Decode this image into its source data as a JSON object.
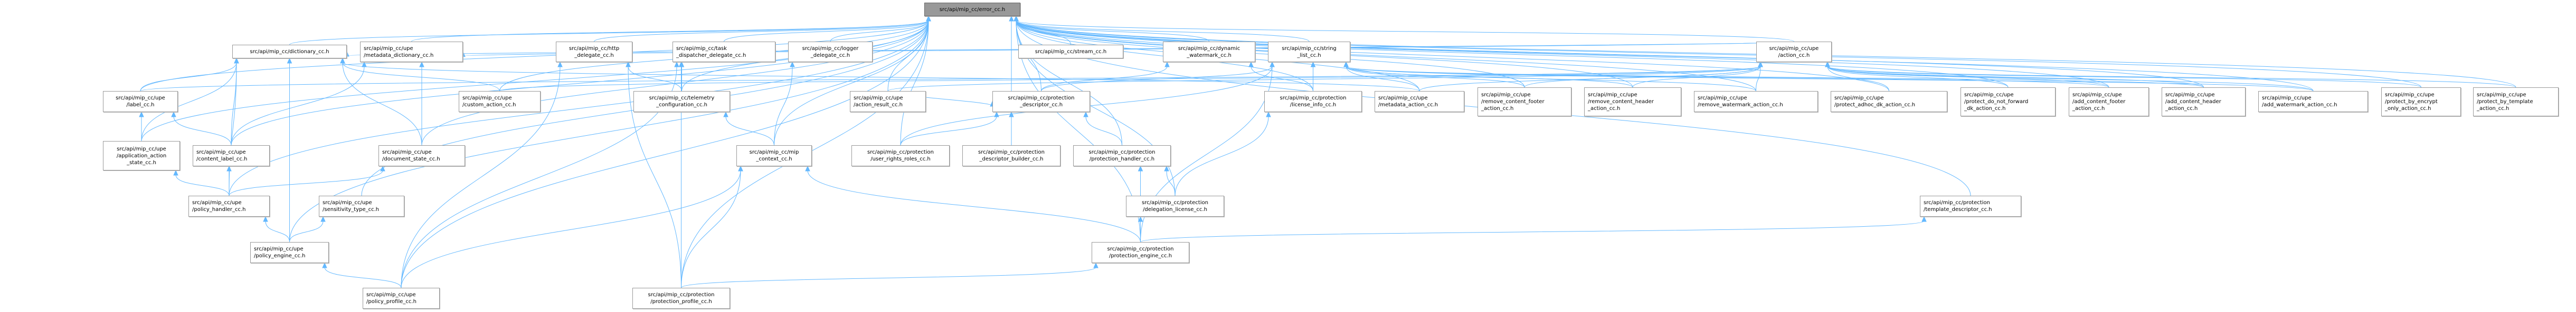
{
  "title": "src/api/mip_cc/error_cc.h",
  "colors": {
    "edge": "#63b8ff",
    "root_fill": "#999999",
    "node_border": "#999999"
  },
  "nodes": [
    {
      "id": "root",
      "label": "src/api/mip_cc/error_cc.h",
      "root": true
    },
    {
      "id": "dictionary",
      "label": "src/api/mip_cc/dictionary_cc.h"
    },
    {
      "id": "metadata_dictionary",
      "label": "src/api/mip_cc/upe\n/metadata_dictionary_cc.h",
      "align": "left"
    },
    {
      "id": "http",
      "label": "src/api/mip_cc/http\n_delegate_cc.h"
    },
    {
      "id": "task",
      "label": "src/api/mip_cc/task\n_dispatcher_delegate_cc.h",
      "align": "left"
    },
    {
      "id": "logger",
      "label": "src/api/mip_cc/logger\n_delegate_cc.h"
    },
    {
      "id": "stream",
      "label": "src/api/mip_cc/stream_cc.h"
    },
    {
      "id": "dynamic_watermark",
      "label": "src/api/mip_cc/dynamic\n_watermark_cc.h"
    },
    {
      "id": "string_list",
      "label": "src/api/mip_cc/string\n_list_cc.h"
    },
    {
      "id": "action",
      "label": "src/api/mip_cc/upe\n/action_cc.h"
    },
    {
      "id": "label",
      "label": "src/api/mip_cc/upe\n/label_cc.h"
    },
    {
      "id": "custom_action",
      "label": "src/api/mip_cc/upe\n/custom_action_cc.h",
      "align": "left"
    },
    {
      "id": "telemetry",
      "label": "src/api/mip_cc/telemetry\n_configuration_cc.h"
    },
    {
      "id": "action_result",
      "label": "src/api/mip_cc/upe\n/action_result_cc.h",
      "align": "left"
    },
    {
      "id": "protection_descriptor",
      "label": "src/api/mip_cc/protection\n_descriptor_cc.h"
    },
    {
      "id": "license_info",
      "label": "src/api/mip_cc/protection\n/license_info_cc.h"
    },
    {
      "id": "metadata_action",
      "label": "src/api/mip_cc/upe\n/metadata_action_cc.h",
      "align": "left"
    },
    {
      "id": "remove_footer",
      "label": "src/api/mip_cc/upe\n/remove_content_footer\n_action_cc.h",
      "align": "left"
    },
    {
      "id": "remove_header",
      "label": "src/api/mip_cc/upe\n/remove_content_header\n_action_cc.h",
      "align": "left"
    },
    {
      "id": "remove_watermark",
      "label": "src/api/mip_cc/upe\n/remove_watermark_action_cc.h",
      "align": "left"
    },
    {
      "id": "protect_adhoc",
      "label": "src/api/mip_cc/upe\n/protect_adhoc_dk_action_cc.h",
      "align": "left"
    },
    {
      "id": "do_not_forward",
      "label": "src/api/mip_cc/upe\n/protect_do_not_forward\n_dk_action_cc.h",
      "align": "left"
    },
    {
      "id": "add_footer",
      "label": "src/api/mip_cc/upe\n/add_content_footer\n_action_cc.h",
      "align": "left"
    },
    {
      "id": "add_header",
      "label": "src/api/mip_cc/upe\n/add_content_header\n_action_cc.h",
      "align": "left"
    },
    {
      "id": "add_watermark",
      "label": "src/api/mip_cc/upe\n/add_watermark_action_cc.h",
      "align": "left"
    },
    {
      "id": "encrypt_only",
      "label": "src/api/mip_cc/upe\n/protect_by_encrypt\n_only_action_cc.h",
      "align": "left"
    },
    {
      "id": "by_template",
      "label": "src/api/mip_cc/upe\n/protect_by_template\n_action_cc.h",
      "align": "left"
    },
    {
      "id": "app_action_state",
      "label": "src/api/mip_cc/upe\n/application_action\n_state_cc.h"
    },
    {
      "id": "content_label",
      "label": "src/api/mip_cc/upe\n/content_label_cc.h",
      "align": "left"
    },
    {
      "id": "document_state",
      "label": "src/api/mip_cc/upe\n/document_state_cc.h",
      "align": "left"
    },
    {
      "id": "mip_context",
      "label": "src/api/mip_cc/mip\n_context_cc.h"
    },
    {
      "id": "user_rights",
      "label": "src/api/mip_cc/protection\n/user_rights_roles_cc.h"
    },
    {
      "id": "descriptor_builder",
      "label": "src/api/mip_cc/protection\n_descriptor_builder_cc.h"
    },
    {
      "id": "protection_handler",
      "label": "src/api/mip_cc/protection\n/protection_handler_cc.h"
    },
    {
      "id": "policy_handler",
      "label": "src/api/mip_cc/upe\n/policy_handler_cc.h",
      "align": "left"
    },
    {
      "id": "sensitivity",
      "label": "src/api/mip_cc/upe\n/sensitivity_type_cc.h",
      "align": "left"
    },
    {
      "id": "delegation_license",
      "label": "src/api/mip_cc/protection\n/delegation_license_cc.h"
    },
    {
      "id": "template_descriptor",
      "label": "src/api/mip_cc/protection\n/template_descriptor_cc.h",
      "align": "left"
    },
    {
      "id": "policy_engine",
      "label": "src/api/mip_cc/upe\n/policy_engine_cc.h",
      "align": "left"
    },
    {
      "id": "protection_engine",
      "label": "src/api/mip_cc/protection\n/protection_engine_cc.h"
    },
    {
      "id": "policy_profile",
      "label": "src/api/mip_cc/upe\n/policy_profile_cc.h",
      "align": "left"
    },
    {
      "id": "protection_profile",
      "label": "src/api/mip_cc/protection\n/protection_profile_cc.h"
    }
  ],
  "edges": [
    [
      "dictionary",
      "root"
    ],
    [
      "metadata_dictionary",
      "root"
    ],
    [
      "http",
      "root"
    ],
    [
      "task",
      "root"
    ],
    [
      "logger",
      "root"
    ],
    [
      "stream",
      "root"
    ],
    [
      "dynamic_watermark",
      "root"
    ],
    [
      "string_list",
      "root"
    ],
    [
      "action",
      "root"
    ],
    [
      "label",
      "root"
    ],
    [
      "custom_action",
      "root"
    ],
    [
      "telemetry",
      "root"
    ],
    [
      "action_result",
      "root"
    ],
    [
      "protection_descriptor",
      "root"
    ],
    [
      "license_info",
      "root"
    ],
    [
      "metadata_action",
      "root"
    ],
    [
      "remove_footer",
      "root"
    ],
    [
      "remove_header",
      "root"
    ],
    [
      "remove_watermark",
      "root"
    ],
    [
      "protect_adhoc",
      "root"
    ],
    [
      "do_not_forward",
      "root"
    ],
    [
      "add_footer",
      "root"
    ],
    [
      "add_header",
      "root"
    ],
    [
      "add_watermark",
      "root"
    ],
    [
      "encrypt_only",
      "root"
    ],
    [
      "by_template",
      "root"
    ],
    [
      "app_action_state",
      "root"
    ],
    [
      "content_label",
      "root"
    ],
    [
      "document_state",
      "root"
    ],
    [
      "mip_context",
      "root"
    ],
    [
      "user_rights",
      "root"
    ],
    [
      "descriptor_builder",
      "root"
    ],
    [
      "protection_handler",
      "root"
    ],
    [
      "policy_handler",
      "root"
    ],
    [
      "sensitivity",
      "root"
    ],
    [
      "delegation_license",
      "root"
    ],
    [
      "template_descriptor",
      "root"
    ],
    [
      "policy_engine",
      "root"
    ],
    [
      "protection_engine",
      "root"
    ],
    [
      "policy_profile",
      "root"
    ],
    [
      "protection_profile",
      "root"
    ],
    [
      "label",
      "dictionary"
    ],
    [
      "app_action_state",
      "dictionary"
    ],
    [
      "content_label",
      "dictionary"
    ],
    [
      "custom_action",
      "dictionary"
    ],
    [
      "document_state",
      "dictionary"
    ],
    [
      "policy_handler",
      "dictionary"
    ],
    [
      "policy_engine",
      "dictionary"
    ],
    [
      "metadata_action",
      "dictionary"
    ],
    [
      "action",
      "dictionary"
    ],
    [
      "content_label",
      "metadata_dictionary"
    ],
    [
      "document_state",
      "metadata_dictionary"
    ],
    [
      "action",
      "metadata_dictionary"
    ],
    [
      "app_action_state",
      "label"
    ],
    [
      "content_label",
      "label"
    ],
    [
      "policy_handler",
      "app_action_state"
    ],
    [
      "policy_handler",
      "content_label"
    ],
    [
      "policy_handler",
      "document_state"
    ],
    [
      "policy_engine",
      "policy_handler"
    ],
    [
      "policy_engine",
      "sensitivity"
    ],
    [
      "policy_profile",
      "policy_engine"
    ],
    [
      "telemetry",
      "http"
    ],
    [
      "telemetry",
      "task"
    ],
    [
      "mip_context",
      "telemetry"
    ],
    [
      "policy_profile",
      "http"
    ],
    [
      "protection_profile",
      "http"
    ],
    [
      "protection_profile",
      "task"
    ],
    [
      "policy_profile",
      "task"
    ],
    [
      "mip_context",
      "logger"
    ],
    [
      "policy_profile",
      "mip_context"
    ],
    [
      "protection_profile",
      "mip_context"
    ],
    [
      "protection_engine",
      "mip_context"
    ],
    [
      "user_rights",
      "protection_descriptor"
    ],
    [
      "descriptor_builder",
      "protection_descriptor"
    ],
    [
      "protection_handler",
      "protection_descriptor"
    ],
    [
      "action_result",
      "protection_descriptor"
    ],
    [
      "protection_descriptor",
      "string_list"
    ],
    [
      "protection_descriptor",
      "dynamic_watermark"
    ],
    [
      "license_info",
      "string_list"
    ],
    [
      "license_info",
      "dynamic_watermark"
    ],
    [
      "delegation_license",
      "protection_handler"
    ],
    [
      "protection_engine",
      "protection_handler"
    ],
    [
      "protection_engine",
      "delegation_license"
    ],
    [
      "delegation_license",
      "license_info"
    ],
    [
      "protection_engine",
      "template_descriptor"
    ],
    [
      "protection_engine",
      "string_list"
    ],
    [
      "protection_profile",
      "protection_engine"
    ],
    [
      "user_rights",
      "string_list"
    ],
    [
      "metadata_action",
      "action"
    ],
    [
      "remove_footer",
      "action"
    ],
    [
      "remove_header",
      "action"
    ],
    [
      "remove_watermark",
      "action"
    ],
    [
      "protect_adhoc",
      "action"
    ],
    [
      "do_not_forward",
      "action"
    ],
    [
      "add_footer",
      "action"
    ],
    [
      "add_header",
      "action"
    ],
    [
      "add_watermark",
      "action"
    ],
    [
      "encrypt_only",
      "action"
    ],
    [
      "by_template",
      "action"
    ],
    [
      "custom_action",
      "action"
    ],
    [
      "remove_footer",
      "string_list"
    ],
    [
      "remove_header",
      "string_list"
    ],
    [
      "remove_watermark",
      "string_list"
    ],
    [
      "add_footer",
      "string_list"
    ],
    [
      "add_header",
      "string_list"
    ],
    [
      "add_watermark",
      "string_list"
    ],
    [
      "metadata_action",
      "string_list"
    ],
    [
      "action_result",
      "action"
    ],
    [
      "label",
      "action"
    ]
  ]
}
